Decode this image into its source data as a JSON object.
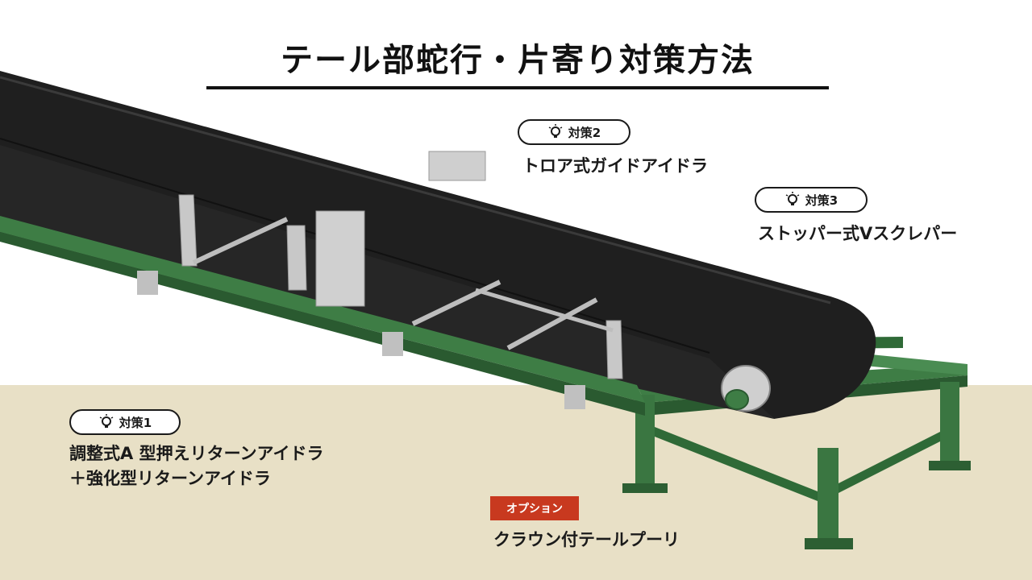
{
  "title": "テール部蛇行・片寄り対策方法",
  "measures": [
    {
      "tag": "対策1",
      "lines": [
        "調整式A 型押えリターンアイドラ",
        "＋強化型リターンアイドラ"
      ]
    },
    {
      "tag": "対策2",
      "lines": [
        "トロア式ガイドアイドラ"
      ]
    },
    {
      "tag": "対策3",
      "lines": [
        "ストッパー式Vスクレパー"
      ]
    }
  ],
  "option": {
    "tag": "オプション",
    "label": "クラウン付テールプーリ"
  },
  "icons": {
    "measure": "lightbulb-icon"
  },
  "colors": {
    "frame": "#3e7d45",
    "belt": "#1d1d1d",
    "badge": "#c8391f",
    "ground": "#e8e0c6"
  }
}
